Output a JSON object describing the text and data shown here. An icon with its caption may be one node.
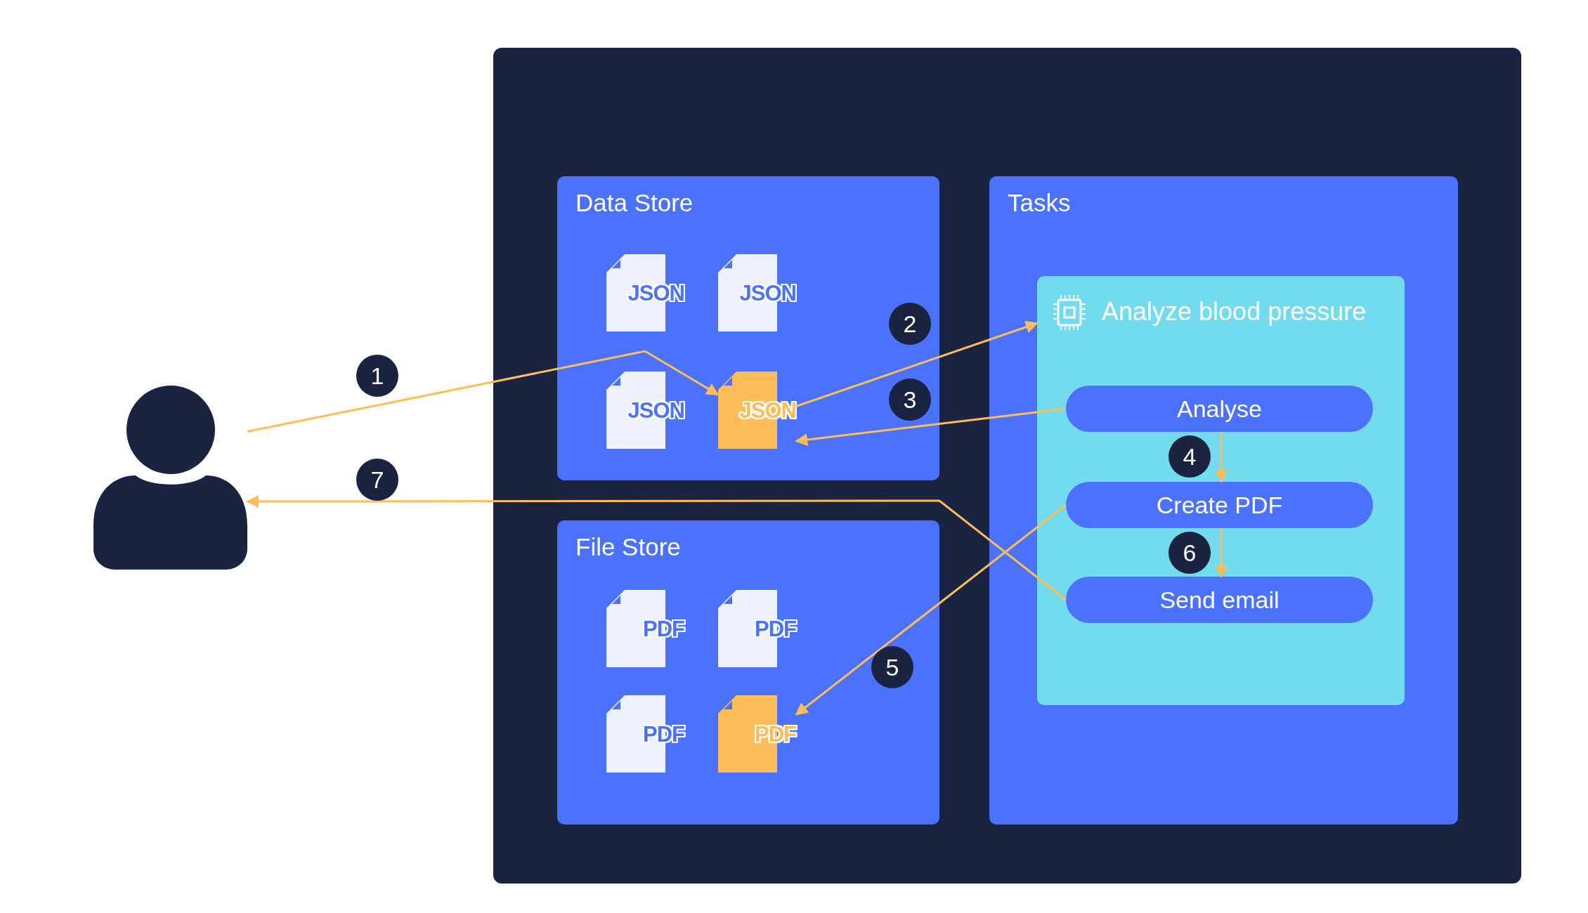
{
  "diagram": {
    "nodes": [
      {
        "text": [],
        "shape": "box"
      },
      {
        "text": [
          "Data Store"
        ],
        "in": 0
      },
      {
        "text": [
          "JSON"
        ],
        "in": 1
      },
      {
        "text": [
          "JSON"
        ],
        "in": 1
      },
      {
        "text": [
          "JSON"
        ],
        "in": 1
      },
      {
        "text": [
          "JSON"
        ],
        "in": 1
      },
      {
        "text": [
          "File Store"
        ],
        "in": 0
      },
      {
        "text": [
          "PDF"
        ],
        "in": 6
      },
      {
        "text": [
          "PDF"
        ],
        "in": 6
      },
      {
        "text": [
          "PDF"
        ],
        "in": 6
      },
      {
        "text": [
          "PDF"
        ],
        "in": 6
      },
      {
        "text": [
          "Tasks"
        ],
        "in": 0
      },
      {
        "text": [
          "Analyze blood pressure"
        ],
        "in": 11
      },
      {
        "text": [
          "Analyse"
        ],
        "in": 12
      },
      {
        "text": [
          "Create PDF"
        ],
        "in": 12
      },
      {
        "text": [
          "Send email"
        ],
        "in": 12
      },
      {
        "text": [],
        "shape": "person"
      }
    ],
    "edges": [
      {
        "from": 16,
        "to": 5,
        "arrow": "to",
        "label": "1"
      },
      {
        "from": 5,
        "to": 12,
        "arrow": "to",
        "label": "2"
      },
      {
        "from": 13,
        "to": 5,
        "arrow": "to",
        "label": "3"
      },
      {
        "from": 13,
        "to": 14,
        "arrow": "to",
        "label": "4"
      },
      {
        "from": 14,
        "to": 10,
        "arrow": "to",
        "label": "5"
      },
      {
        "from": 14,
        "to": 15,
        "arrow": "to",
        "label": "6"
      },
      {
        "from": 15,
        "to": 16,
        "arrow": "to",
        "label": "7"
      }
    ]
  }
}
